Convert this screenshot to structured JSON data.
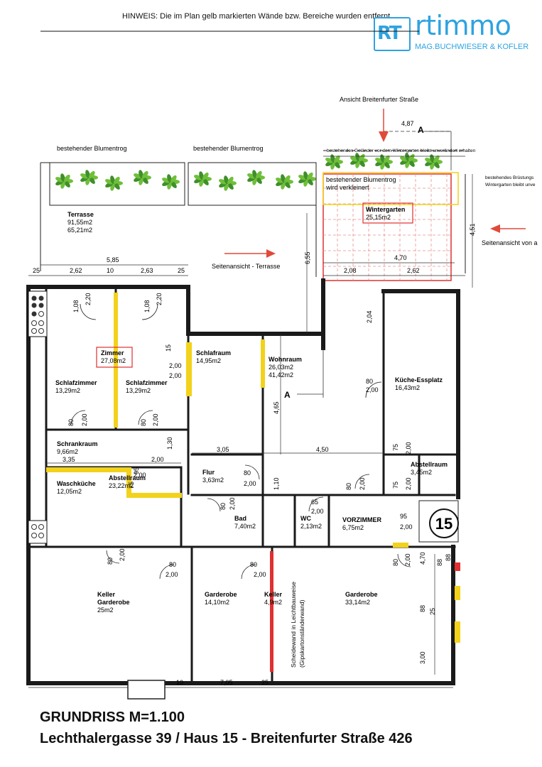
{
  "notice": "HINWEIS: Die im Plan gelb markierten Wände bzw. Bereiche wurden entfernt.",
  "logo": {
    "mark": "RT",
    "brand": "rtimmo",
    "subtitle": "MAG.BUCHWIESER & KOFLER",
    "color": "#2ea3e0"
  },
  "title": {
    "line1": "GRUNDRISS M=1.100",
    "line2": "Lechthalergasse 39 / Haus 15 - Breitenfurter Straße 426"
  },
  "colors": {
    "wall": "#1a1a1a",
    "removed_wall": "#f2d21b",
    "new_construction": "#e03030",
    "vegetation": "#3f8f2a",
    "arrow": "#e04a3a"
  },
  "annotations": {
    "blumentrog_1": "bestehender Blumentrog",
    "blumentrog_2": "bestehender Blumentrog",
    "blumentrog_3": "bestehender Blumentrog",
    "blumentrog_3_note": "wird verkleinert",
    "gelaender": "bestehendes Geländer vor dem Wintergarten bleibt unverändert erhalten",
    "bruestung_1": "bestehendes Brüstungs",
    "bruestung_2": "Wintergarten bleibt unve",
    "ansicht_strasse": "Ansicht Breitenfurter Straße",
    "seitenansicht_terrasse": "Seitenansicht - Terrasse",
    "seitenansicht_rechts": "Seitenansicht von a",
    "section_a1": "A",
    "section_a2": "A",
    "scheidewand_1": "Scheidewand in Leichtbauweise",
    "scheidewand_2": "(Gipskartonständerwand)",
    "house_number": "15"
  },
  "rooms": [
    {
      "id": "terrasse",
      "name": "Terrasse",
      "area": "91,55m2",
      "area2": "65,21m2"
    },
    {
      "id": "wintergarten",
      "name": "Wintergarten",
      "area": "25,15m2"
    },
    {
      "id": "zimmer",
      "name": "Zimmer",
      "area": "27,08m2"
    },
    {
      "id": "schlafzimmer_1",
      "name": "Schlafzimmer",
      "area": "13,29m2"
    },
    {
      "id": "schlafzimmer_2",
      "name": "Schlafzimmer",
      "area": "13,29m2"
    },
    {
      "id": "schlafraum",
      "name": "Schlafraum",
      "area": "14,95m2"
    },
    {
      "id": "wohnraum",
      "name": "Wohnraum",
      "area": "26,03m2",
      "area2": "41,42m2"
    },
    {
      "id": "kueche",
      "name": "Küche-Essplatz",
      "area": "16,43m2"
    },
    {
      "id": "schrankraum",
      "name": "Schrankraum",
      "area": "9,66m2"
    },
    {
      "id": "waschkueche",
      "name": "Waschküche",
      "area": "12,05m2"
    },
    {
      "id": "abstellraum_1",
      "name": "Abstellraum",
      "area": "23,22m2"
    },
    {
      "id": "flur",
      "name": "Flur",
      "area": "3,63m2"
    },
    {
      "id": "abstellraum_2",
      "name": "Abstellraum",
      "area": "3,45m2"
    },
    {
      "id": "bad",
      "name": "Bad",
      "area": "7,40m2"
    },
    {
      "id": "wc",
      "name": "WC",
      "area": "2,13m2"
    },
    {
      "id": "vorzimmer",
      "name": "VORZIMMER",
      "area": "6,75m2"
    },
    {
      "id": "keller_1",
      "name": "Keller",
      "name2": "Garderobe",
      "area": "25m2"
    },
    {
      "id": "garderobe_1",
      "name": "Garderobe",
      "area": "14,10m2"
    },
    {
      "id": "keller_2",
      "name": "Keller",
      "area": "4,9m2"
    },
    {
      "id": "garderobe_2",
      "name": "Garderobe",
      "area": "33,14m2"
    }
  ],
  "dimensions": [
    "4,87",
    "5,85",
    "25",
    "2,62",
    "10",
    "2,63",
    "25",
    "6,55",
    "4,70",
    "2,08",
    "2,62",
    "4,51",
    "1,08",
    "2,20",
    "1,08",
    "2,20",
    "15",
    "2,00",
    "2,00",
    "80",
    "2,00",
    "2,04",
    "80",
    "2,00",
    "80",
    "2,00",
    "4,65",
    "3,05",
    "4,50",
    "1,30",
    "3,35",
    "2,00",
    "75",
    "2,00",
    "95",
    "80",
    "2,00",
    "1,10",
    "80",
    "2,00",
    "75",
    "2,00",
    "75",
    "2,00",
    "65",
    "2,00",
    "95",
    "2,00",
    "80",
    "2,00",
    "80",
    "2,00",
    "80",
    "2,00",
    "80",
    "2,00",
    "80",
    "2,00",
    "88",
    "88",
    "4,70",
    "88",
    "25",
    "3,00",
    "10",
    "7,05",
    "25"
  ]
}
